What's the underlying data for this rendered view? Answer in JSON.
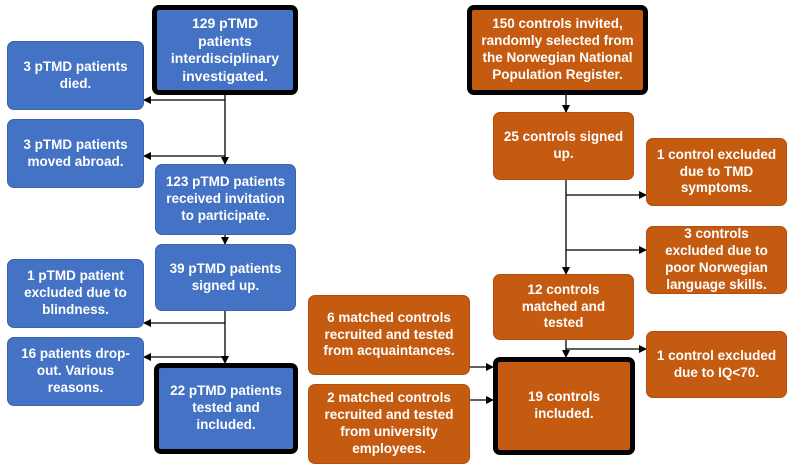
{
  "colors": {
    "patient_box": "#4472c4",
    "control_box": "#c55a11",
    "emphasis_border": "#000000",
    "arrow": "#000000"
  },
  "patients": {
    "start": "129 pTMD patients interdisciplinary investigated.",
    "died": "3 pTMD patients died.",
    "moved": "3 pTMD patients moved abroad.",
    "invited": "123 pTMD patients received invitation to participate.",
    "signed_up": "39 pTMD patients signed up.",
    "blindness": "1 pTMD patient excluded due to blindness.",
    "dropout": "16 patients drop-out. Various reasons.",
    "included": "22 pTMD patients tested and included."
  },
  "controls": {
    "invited": "150 controls invited, randomly selected from the Norwegian National Population Register.",
    "signed_up": "25 controls signed up.",
    "excl_tmd": "1 control excluded due to TMD symptoms.",
    "excl_language": "3 controls excluded due to poor Norwegian language skills.",
    "matched": "12 controls matched and tested",
    "acquaintances": "6 matched controls recruited and tested from acquaintances.",
    "university": "2 matched controls recruited and tested from university employees.",
    "excl_iq": "1 control excluded due to IQ<70.",
    "included": "19 controls included."
  }
}
